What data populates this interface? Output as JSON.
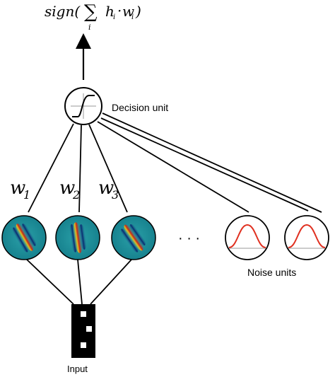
{
  "formula": {
    "prefix": "sign(",
    "sigma": "∑",
    "index": "i",
    "body": "h",
    "sub1": "i",
    "dot": "·",
    "w": "w",
    "sub2": "i",
    "close": ")"
  },
  "decision_unit": {
    "label": "Decision unit"
  },
  "weights": [
    {
      "symbol": "w",
      "index": "1"
    },
    {
      "symbol": "w",
      "index": "2"
    },
    {
      "symbol": "w",
      "index": "3"
    }
  ],
  "ellipsis": "· · ·",
  "noise_units": {
    "label": "Noise units"
  },
  "input": {
    "label": "Input"
  },
  "colors": {
    "line": "#000000",
    "gabor_bg": "#1f8f9a",
    "gabor_warm": "#c83020",
    "gabor_dark": "#0a1f5a",
    "noise_curve": "#e03020"
  },
  "icons": {
    "decision": "sigmoid-icon",
    "units": "gabor-filter-icon",
    "noise": "gaussian-curve-icon"
  }
}
